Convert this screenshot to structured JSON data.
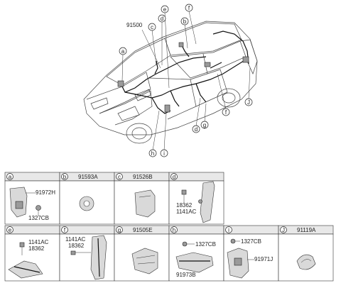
{
  "main": {
    "part_number": "91500",
    "callouts": [
      {
        "letter": "a"
      },
      {
        "letter": "b"
      },
      {
        "letter": "c"
      },
      {
        "letter": "d"
      },
      {
        "letter": "e"
      },
      {
        "letter": "f"
      },
      {
        "letter": "J"
      },
      {
        "letter": "f"
      },
      {
        "letter": "d"
      },
      {
        "letter": "g"
      },
      {
        "letter": "h"
      },
      {
        "letter": "i"
      }
    ]
  },
  "grid": {
    "cells": [
      {
        "letter": "a",
        "header": "",
        "labels": [
          "91972H",
          "1327CB"
        ]
      },
      {
        "letter": "b",
        "header": "91593A",
        "labels": []
      },
      {
        "letter": "c",
        "header": "91526B",
        "labels": []
      },
      {
        "letter": "d",
        "header": "",
        "labels": [
          "18362",
          "1141AC"
        ]
      },
      {
        "letter": "e",
        "header": "",
        "labels": [
          "1141AC",
          "18362"
        ]
      },
      {
        "letter": "f",
        "header": "",
        "labels": [
          "1141AC",
          "18362"
        ]
      },
      {
        "letter": "g",
        "header": "91505E",
        "labels": []
      },
      {
        "letter": "h",
        "header": "",
        "labels": [
          "1327CB",
          "91973B"
        ]
      },
      {
        "letter": "i",
        "header": "",
        "labels": [
          "1327CB",
          "91971J"
        ]
      },
      {
        "letter": "J",
        "header": "91119A",
        "labels": []
      }
    ]
  },
  "colors": {
    "line": "#333333",
    "header_fill": "#e8e8e8",
    "part_fill": "#d9d9d9"
  }
}
